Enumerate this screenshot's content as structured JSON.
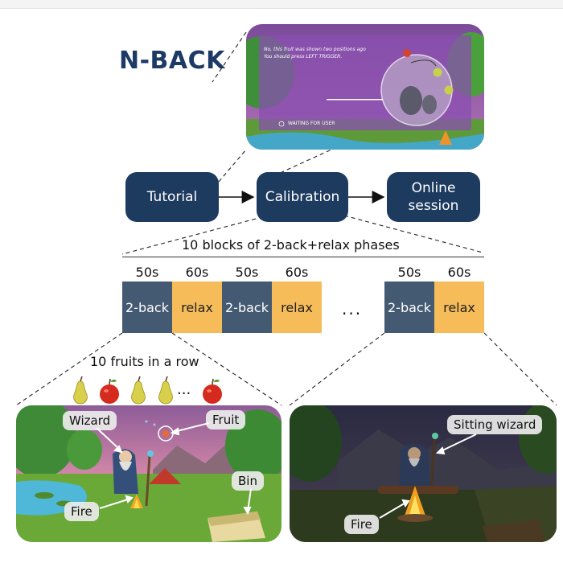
{
  "title": "N-BACK",
  "vr_screen": {
    "message_line1": "No, this fruit was shown two positions ago",
    "message_line2": "You should press LEFT TRIGGER.",
    "status": "WAITING FOR USER"
  },
  "flow": [
    {
      "label": "Tutorial"
    },
    {
      "label": "Calibration"
    },
    {
      "label": "Online\nsession"
    }
  ],
  "blocks": {
    "title": "10 blocks of 2-back+relax phases",
    "ellipsis": "...",
    "items": [
      {
        "duration": "50s",
        "label": "2-back"
      },
      {
        "duration": "60s",
        "label": "relax"
      },
      {
        "duration": "50s",
        "label": "2-back"
      },
      {
        "duration": "60s",
        "label": "relax"
      },
      {
        "duration": "50s",
        "label": "2-back"
      },
      {
        "duration": "60s",
        "label": "relax"
      }
    ]
  },
  "fruits": {
    "title": "10 fruits in a row",
    "ellipsis": "..."
  },
  "scene_left": {
    "labels": {
      "wizard": "Wizard",
      "fruit": "Fruit",
      "bin": "Bin",
      "fire": "Fire"
    }
  },
  "scene_right": {
    "labels": {
      "sitting_wizard": "Sitting wizard",
      "fire": "Fire"
    }
  },
  "colors": {
    "box": "#1d3a5f",
    "task": "#445a72",
    "relax": "#f6bc5a",
    "title": "#1d3a66"
  }
}
